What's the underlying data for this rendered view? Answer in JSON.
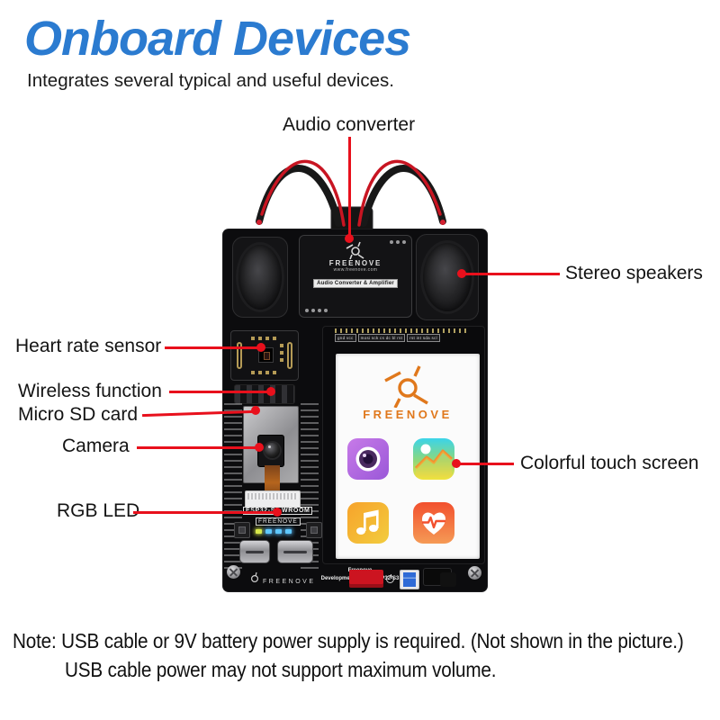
{
  "header": {
    "title": "Onboard Devices",
    "subtitle": "Integrates several typical and useful devices."
  },
  "callouts": {
    "audio_converter": "Audio converter",
    "stereo_speakers": "Stereo speakers",
    "heart_rate_sensor": "Heart rate sensor",
    "wireless_function": "Wireless function",
    "micro_sd_card": "Micro SD card",
    "camera": "Camera",
    "rgb_led": "RGB LED",
    "touch_screen": "Colorful touch screen"
  },
  "board": {
    "audio_module": {
      "brand": "FREENOVE",
      "website": "www.freenove.com",
      "label": "Audio Converter & Amplifier"
    },
    "screen_pin_groups": [
      "gnd vcc",
      "mosi sck cs dc bl rst",
      "rst int sda scl"
    ],
    "chip_label": "ESP32-S3 WROOM",
    "chip_brand": "FREENOVE",
    "screen": {
      "brand": "FREENOVE",
      "app_icons": [
        "camera",
        "gallery",
        "music",
        "health"
      ]
    },
    "bottom": {
      "brand": "FREENOVE",
      "kit_line1": "Freenove",
      "kit_line2": "Development Kit for ESP32-S3"
    }
  },
  "note": {
    "line1": "Note: USB cable or 9V battery power supply is required. (Not shown in the picture.)",
    "line2": "USB cable power may not support maximum volume."
  },
  "colors": {
    "title_blue": "#2b7bd0",
    "leader_red": "#e8101c",
    "freenove_orange": "#e0781c"
  }
}
